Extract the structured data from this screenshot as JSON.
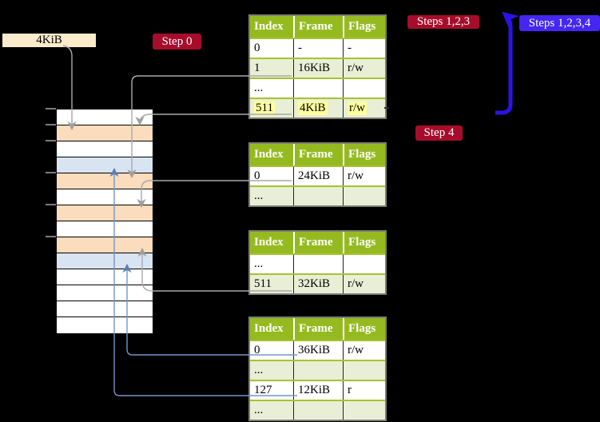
{
  "legend": {
    "page_size_label": "4KiB"
  },
  "badges": {
    "step0": "Step 0",
    "steps123": "Steps 1,2,3",
    "steps1234": "Steps 1,2,3,4",
    "step4": "Step 4"
  },
  "memory_strip": {
    "rows": [
      "white",
      "orange",
      "white",
      "blue",
      "orange",
      "white",
      "orange",
      "white",
      "orange",
      "blue",
      "white",
      "white",
      "white",
      "white"
    ],
    "tick_row_boundaries": [
      0,
      1,
      2,
      4,
      6,
      8
    ]
  },
  "tables": [
    {
      "name": "page-table-1",
      "headers": [
        "Index",
        "Frame",
        "Flags"
      ],
      "rows": [
        {
          "cells": [
            "0",
            "-",
            "-"
          ],
          "shaded": false,
          "highlight": false
        },
        {
          "cells": [
            "1",
            "16KiB",
            "r/w"
          ],
          "shaded": true,
          "highlight": false
        },
        {
          "cells": [
            "...",
            "",
            ""
          ],
          "shaded": false,
          "highlight": false
        },
        {
          "cells": [
            "511",
            "4KiB",
            "r/w"
          ],
          "shaded": true,
          "highlight": true
        }
      ]
    },
    {
      "name": "page-table-2",
      "headers": [
        "Index",
        "Frame",
        "Flags"
      ],
      "rows": [
        {
          "cells": [
            "0",
            "24KiB",
            "r/w"
          ],
          "shaded": false,
          "highlight": false
        },
        {
          "cells": [
            "...",
            "",
            ""
          ],
          "shaded": true,
          "highlight": false
        }
      ]
    },
    {
      "name": "page-table-3",
      "headers": [
        "Index",
        "Frame",
        "Flags"
      ],
      "rows": [
        {
          "cells": [
            "...",
            "",
            ""
          ],
          "shaded": false,
          "highlight": false
        },
        {
          "cells": [
            "511",
            "32KiB",
            "r/w"
          ],
          "shaded": true,
          "highlight": false
        }
      ]
    },
    {
      "name": "page-table-4",
      "headers": [
        "Index",
        "Frame",
        "Flags"
      ],
      "rows": [
        {
          "cells": [
            "0",
            "36KiB",
            "r/w"
          ],
          "shaded": false,
          "highlight": false
        },
        {
          "cells": [
            "...",
            "",
            ""
          ],
          "shaded": true,
          "highlight": false
        },
        {
          "cells": [
            "127",
            "12KiB",
            "r"
          ],
          "shaded": false,
          "highlight": false
        },
        {
          "cells": [
            "...",
            "",
            ""
          ],
          "shaded": true,
          "highlight": false
        }
      ]
    }
  ],
  "connections": [
    {
      "from": "4KiB-legend",
      "to": "memory-row-2",
      "color": "gray"
    },
    {
      "from": "table1-row-1-16KiB",
      "to": "memory-row-5",
      "color": "gray"
    },
    {
      "from": "table1-row-511-4KiB",
      "to": "memory-row-2",
      "color": "gray"
    },
    {
      "from": "table2-row-0-24KiB",
      "to": "memory-row-7",
      "color": "gray"
    },
    {
      "from": "table3-row-511-32KiB",
      "to": "memory-row-9",
      "color": "gray"
    },
    {
      "from": "table4-row-0-36KiB",
      "to": "memory-row-10",
      "color": "blue"
    },
    {
      "from": "table4-row-127-12KiB",
      "to": "memory-row-4",
      "color": "blue"
    }
  ],
  "colors": {
    "background": "#000000",
    "badge_red": "#a60d2b",
    "badge_blue": "#4526f2",
    "thick_arrow_blue": "#2b13e6",
    "table_header_green": "#95ba20",
    "table_row_green": "#e9efd6",
    "table_separator_green": "#a6c32f",
    "table_border_gray": "#7d7d72",
    "highlight_yellow": "#ffff9d",
    "legend_cream": "#faeccb",
    "strip_orange": "#fbdcbc",
    "strip_blue": "#d9e4f3",
    "connector_gray": "#a9a9a9",
    "connector_blue": "#7495c8"
  }
}
